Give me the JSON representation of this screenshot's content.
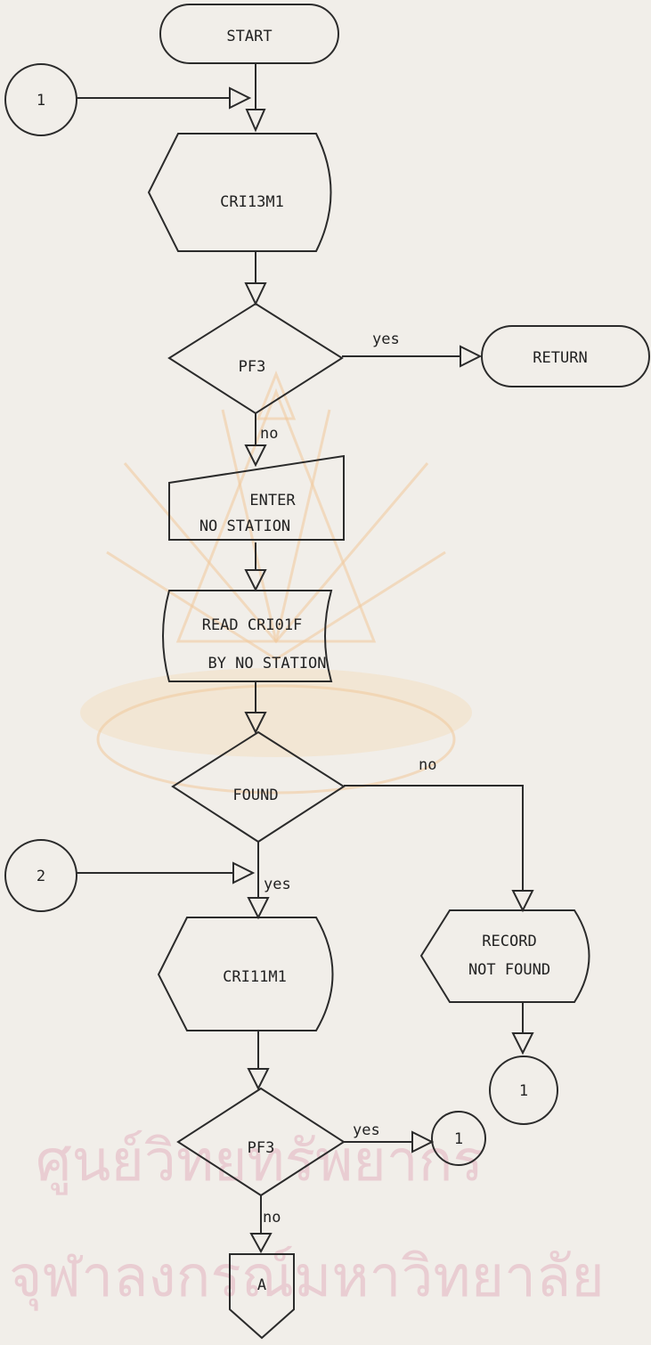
{
  "nodes": {
    "start": "START",
    "connector_1_top": "1",
    "cri13m1": "CRI13M1",
    "pf3_first": "PF3",
    "return": "RETURN",
    "enter_line1": "ENTER",
    "enter_line2": "NO  STATION",
    "read_line1": "READ CRI01F",
    "read_line2": "BY NO  STATION",
    "found": "FOUND",
    "record_line1": "RECORD",
    "record_line2": "NOT  FOUND",
    "connector_1_right": "1",
    "connector_2": "2",
    "cri11m1": "CRI11M1",
    "pf3_second": "PF3",
    "connector_1_bottom": "1",
    "offpage_a": "A"
  },
  "edges": {
    "pf3_first_yes": "yes",
    "pf3_first_no": "no",
    "found_no": "no",
    "found_yes": "yes",
    "pf3_second_yes": "yes",
    "pf3_second_no": "no"
  },
  "watermark": {
    "line1": "ศูนย์วิทยทรัพยากร",
    "line2": "จุฬาลงกรณ์มหาวิทยาลัย"
  }
}
